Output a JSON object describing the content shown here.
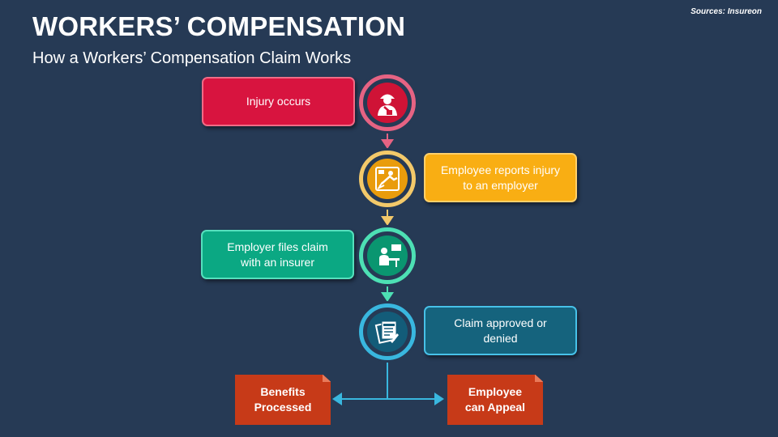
{
  "header": {
    "title": "WORKERS’ COMPENSATION",
    "subtitle": "How a Workers’ Compensation Claim Works",
    "source": "Sources: Insureon"
  },
  "steps": [
    {
      "label": "Injury occurs",
      "icon": "injured-worker-icon",
      "color": "#d8143f"
    },
    {
      "label": "Employee reports injury to an employer",
      "icon": "slip-fall-report-icon",
      "color": "#f9ae13"
    },
    {
      "label": "Employer files claim with an insurer",
      "icon": "desk-claim-icon",
      "color": "#0ba883"
    },
    {
      "label": "Claim approved or denied",
      "icon": "claim-document-icon",
      "color": "#15637d"
    }
  ],
  "outcomes": [
    {
      "label": "Benefits Processed",
      "color": "#c73a18"
    },
    {
      "label": "Employee can Appeal",
      "color": "#c73a18"
    }
  ]
}
